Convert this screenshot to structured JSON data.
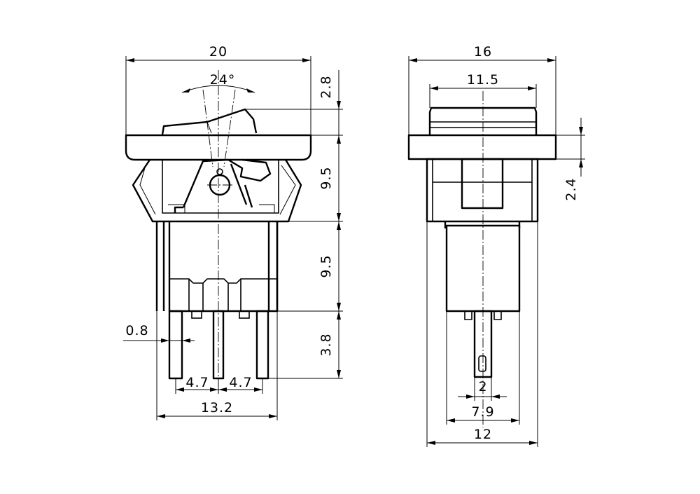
{
  "dimensions": {
    "front_width": "20",
    "rocker_angle": "24°",
    "rocker_height": "2.8",
    "body_height": "9.5",
    "base_height": "9.5",
    "pin_length": "3.8",
    "pin_width": "0.8",
    "pin_pitch_left": "4.7",
    "pin_pitch_right": "4.7",
    "pin_span": "13.2",
    "side_width": "16",
    "rocker_width": "11.5",
    "flange_thickness": "2.4",
    "pin_thickness": "2",
    "base_width": "7.9",
    "body_width": "12"
  },
  "colors": {
    "line": "#000000",
    "background": "#ffffff"
  }
}
